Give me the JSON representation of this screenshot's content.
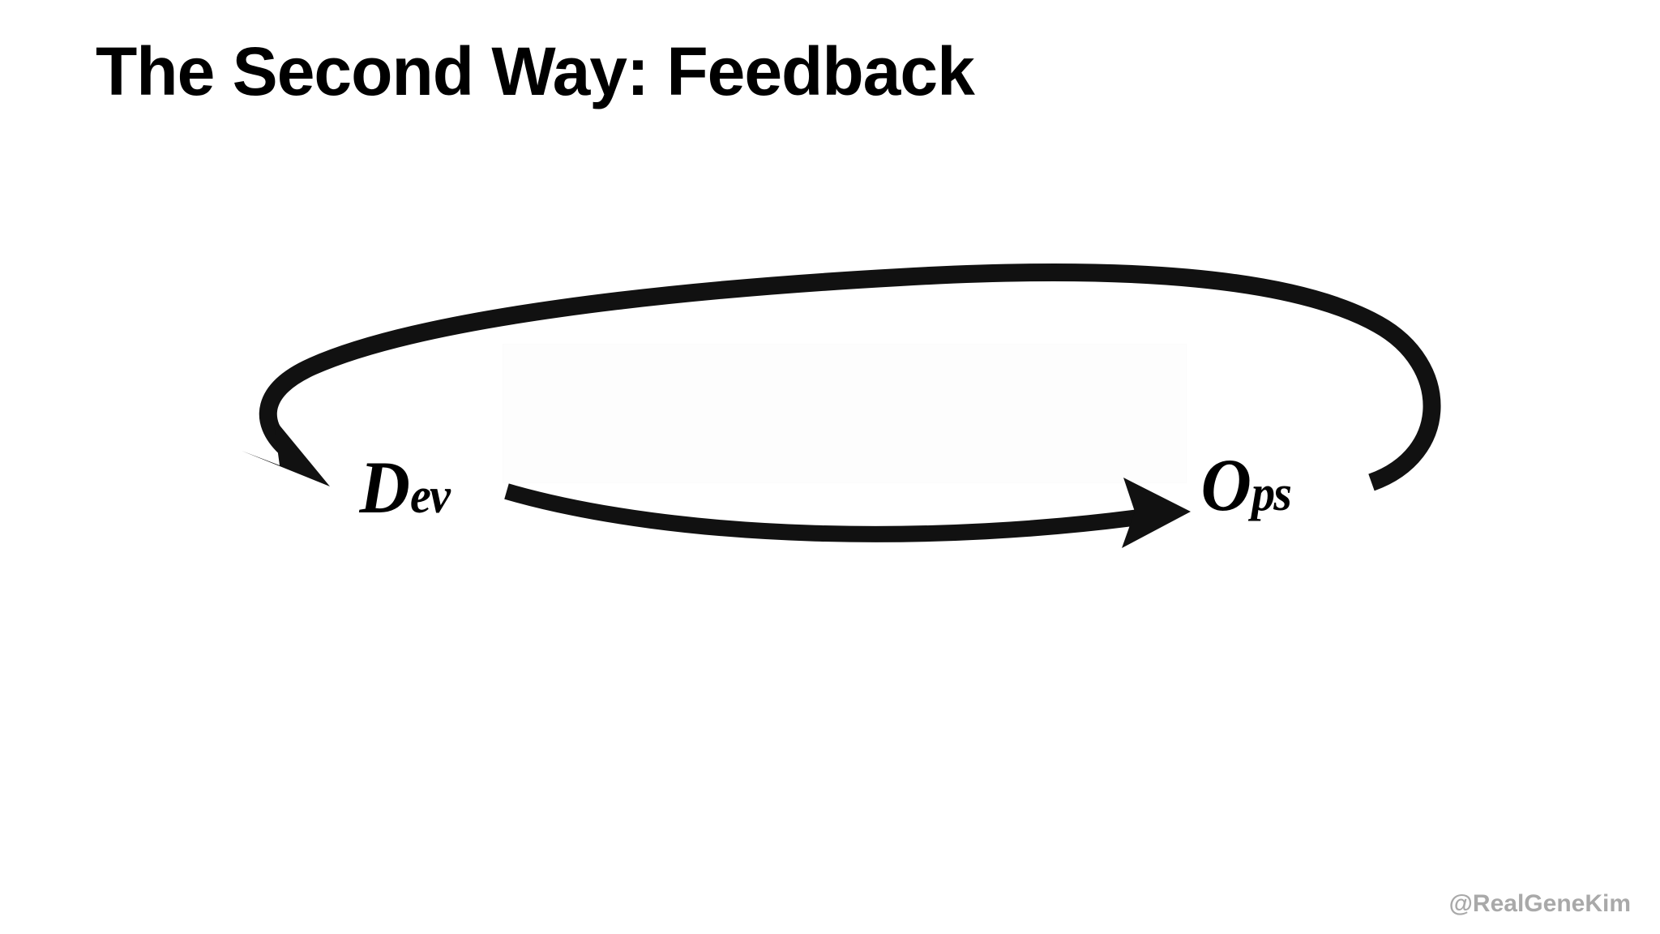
{
  "slide": {
    "title": "The Second Way: Feedback",
    "background_color": "#ffffff",
    "ink_color": "#111111"
  },
  "diagram": {
    "name": "devops-feedback-loop",
    "type": "cycle-diagram",
    "nodes": [
      {
        "id": "dev",
        "label": "Dev",
        "label_cap": "D",
        "label_rest": "ev",
        "position": "left"
      },
      {
        "id": "ops",
        "label": "Ops",
        "label_cap": "O",
        "label_rest": "ps",
        "position": "right"
      }
    ],
    "arrows": [
      {
        "id": "flow-arrow",
        "name": "dev-to-ops-arrow",
        "from": "Dev",
        "to": "Ops",
        "direction": "left-to-right",
        "shape": "slightly-sagging-straight"
      },
      {
        "id": "feedback-arrow",
        "name": "ops-to-dev-feedback-arrow",
        "from": "Ops",
        "to": "Dev",
        "direction": "right-to-left-over-the-top",
        "shape": "wide-flat-ellipse-loop"
      }
    ]
  },
  "watermark": {
    "handle": "@RealGeneKim",
    "color": "#a9a9a9"
  }
}
